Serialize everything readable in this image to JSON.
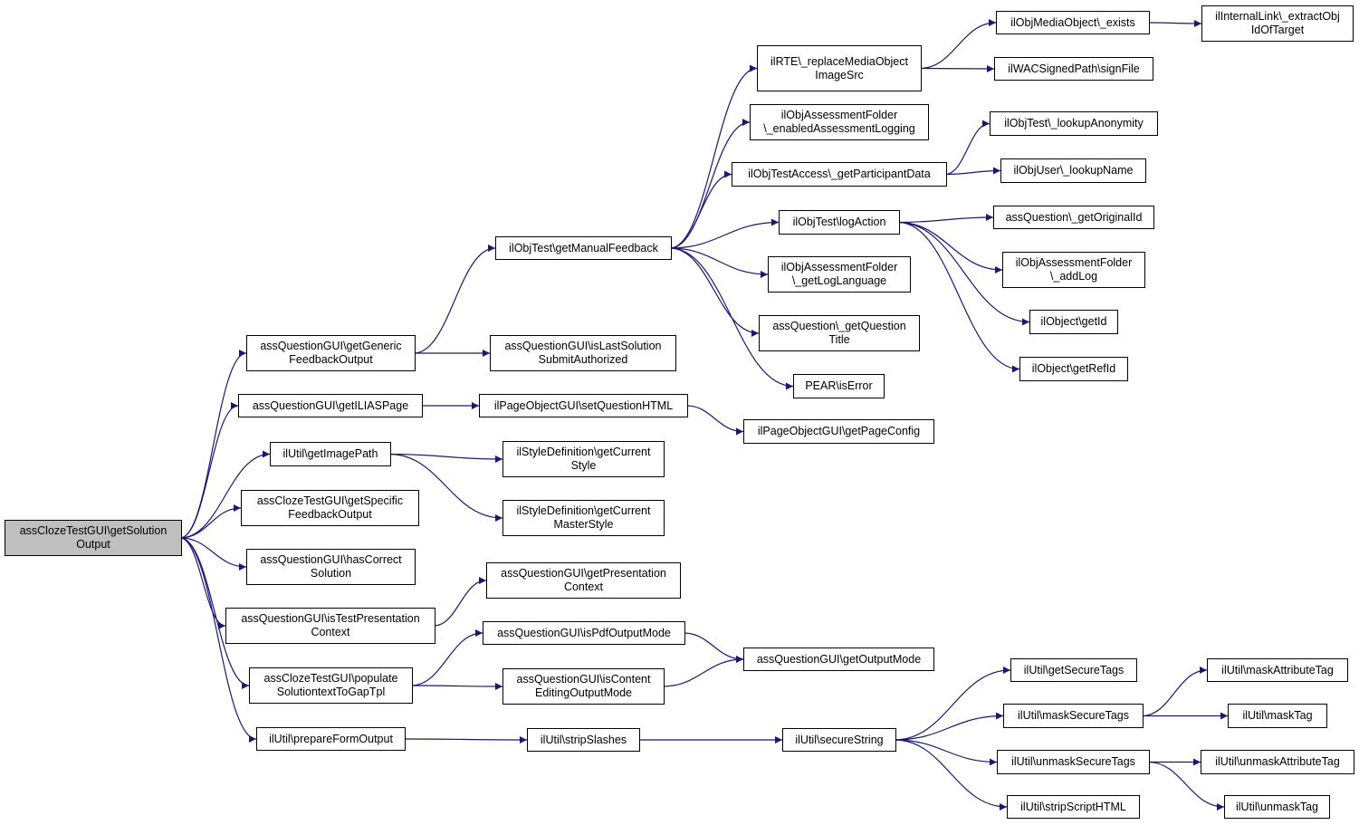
{
  "graph": {
    "edge_color": "#191970",
    "root_fill": "#bfbfbf",
    "nodes": [
      {
        "id": "root",
        "lines": [
          "assClozeTestGUI\\getSolution",
          "Output"
        ],
        "root": true
      },
      {
        "id": "getGenericFeedbackOutput",
        "lines": [
          "assQuestionGUI\\getGeneric",
          "FeedbackOutput"
        ]
      },
      {
        "id": "getILIASPage",
        "lines": [
          "assQuestionGUI\\getILIASPage"
        ]
      },
      {
        "id": "getImagePath",
        "lines": [
          "ilUtil\\getImagePath"
        ]
      },
      {
        "id": "getSpecificFeedbackOutput",
        "lines": [
          "assClozeTestGUI\\getSpecific",
          "FeedbackOutput"
        ]
      },
      {
        "id": "hasCorrectSolution",
        "lines": [
          "assQuestionGUI\\hasCorrect",
          "Solution"
        ]
      },
      {
        "id": "isTestPresentationContext",
        "lines": [
          "assQuestionGUI\\isTestPresentation",
          "Context"
        ]
      },
      {
        "id": "populateSolutiontextToGapTpl",
        "lines": [
          "assClozeTestGUI\\populate",
          "SolutiontextToGapTpl"
        ]
      },
      {
        "id": "prepareFormOutput",
        "lines": [
          "ilUtil\\prepareFormOutput"
        ]
      },
      {
        "id": "getManualFeedback",
        "lines": [
          "ilObjTest\\getManualFeedback"
        ]
      },
      {
        "id": "isLastSolutionSubmitAuthorized",
        "lines": [
          "assQuestionGUI\\isLastSolution",
          "SubmitAuthorized"
        ]
      },
      {
        "id": "setQuestionHTML",
        "lines": [
          "ilPageObjectGUI\\setQuestionHTML"
        ]
      },
      {
        "id": "getCurrentStyle",
        "lines": [
          "ilStyleDefinition\\getCurrent",
          "Style"
        ]
      },
      {
        "id": "getCurrentMasterStyle",
        "lines": [
          "ilStyleDefinition\\getCurrent",
          "MasterStyle"
        ]
      },
      {
        "id": "getPresentationContext",
        "lines": [
          "assQuestionGUI\\getPresentation",
          "Context"
        ]
      },
      {
        "id": "isPdfOutputMode",
        "lines": [
          "assQuestionGUI\\isPdfOutputMode"
        ]
      },
      {
        "id": "isContentEditingOutputMode",
        "lines": [
          "assQuestionGUI\\isContent",
          "EditingOutputMode"
        ]
      },
      {
        "id": "stripSlashes",
        "lines": [
          "ilUtil\\stripSlashes"
        ]
      },
      {
        "id": "replaceMediaObjectImageSrc",
        "lines": [
          "ilRTE\\_replaceMediaObject",
          "ImageSrc"
        ]
      },
      {
        "id": "enabledAssessmentLogging",
        "lines": [
          "ilObjAssessmentFolder",
          "\\_enabledAssessmentLogging"
        ]
      },
      {
        "id": "getParticipantData",
        "lines": [
          "ilObjTestAccess\\_getParticipantData"
        ]
      },
      {
        "id": "logAction",
        "lines": [
          "ilObjTest\\logAction"
        ]
      },
      {
        "id": "getLogLanguage",
        "lines": [
          "ilObjAssessmentFolder",
          "\\_getLogLanguage"
        ]
      },
      {
        "id": "getQuestionTitle",
        "lines": [
          "assQuestion\\_getQuestion",
          "Title"
        ]
      },
      {
        "id": "isError",
        "lines": [
          "PEAR\\isError"
        ]
      },
      {
        "id": "getPageConfig",
        "lines": [
          "ilPageObjectGUI\\getPageConfig"
        ]
      },
      {
        "id": "getOutputMode",
        "lines": [
          "assQuestionGUI\\getOutputMode"
        ]
      },
      {
        "id": "secureString",
        "lines": [
          "ilUtil\\secureString"
        ]
      },
      {
        "id": "exists",
        "lines": [
          "ilObjMediaObject\\_exists"
        ]
      },
      {
        "id": "signFile",
        "lines": [
          "ilWACSignedPath\\signFile"
        ]
      },
      {
        "id": "lookupAnonymity",
        "lines": [
          "ilObjTest\\_lookupAnonymity"
        ]
      },
      {
        "id": "lookupName",
        "lines": [
          "ilObjUser\\_lookupName"
        ]
      },
      {
        "id": "getOriginalId",
        "lines": [
          "assQuestion\\_getOriginalId"
        ]
      },
      {
        "id": "addLog",
        "lines": [
          "ilObjAssessmentFolder",
          "\\_addLog"
        ]
      },
      {
        "id": "getId",
        "lines": [
          "ilObject\\getId"
        ]
      },
      {
        "id": "getRefId",
        "lines": [
          "ilObject\\getRefId"
        ]
      },
      {
        "id": "getSecureTags",
        "lines": [
          "ilUtil\\getSecureTags"
        ]
      },
      {
        "id": "maskSecureTags",
        "lines": [
          "ilUtil\\maskSecureTags"
        ]
      },
      {
        "id": "unmaskSecureTags",
        "lines": [
          "ilUtil\\unmaskSecureTags"
        ]
      },
      {
        "id": "stripScriptHTML",
        "lines": [
          "ilUtil\\stripScriptHTML"
        ]
      },
      {
        "id": "extractObjIdOfTarget",
        "lines": [
          "ilInternalLink\\_extractObj",
          "IdOfTarget"
        ]
      },
      {
        "id": "maskAttributeTag",
        "lines": [
          "ilUtil\\maskAttributeTag"
        ]
      },
      {
        "id": "maskTag",
        "lines": [
          "ilUtil\\maskTag"
        ]
      },
      {
        "id": "unmaskAttributeTag",
        "lines": [
          "ilUtil\\unmaskAttributeTag"
        ]
      },
      {
        "id": "unmaskTag",
        "lines": [
          "ilUtil\\unmaskTag"
        ]
      }
    ],
    "edges": [
      [
        "root",
        "getGenericFeedbackOutput"
      ],
      [
        "root",
        "getILIASPage"
      ],
      [
        "root",
        "getImagePath"
      ],
      [
        "root",
        "getSpecificFeedbackOutput"
      ],
      [
        "root",
        "hasCorrectSolution"
      ],
      [
        "root",
        "isTestPresentationContext"
      ],
      [
        "root",
        "populateSolutiontextToGapTpl"
      ],
      [
        "root",
        "prepareFormOutput"
      ],
      [
        "getGenericFeedbackOutput",
        "getManualFeedback"
      ],
      [
        "getGenericFeedbackOutput",
        "isLastSolutionSubmitAuthorized"
      ],
      [
        "getILIASPage",
        "setQuestionHTML"
      ],
      [
        "setQuestionHTML",
        "getPageConfig"
      ],
      [
        "getImagePath",
        "getCurrentStyle"
      ],
      [
        "getImagePath",
        "getCurrentMasterStyle"
      ],
      [
        "isTestPresentationContext",
        "getPresentationContext"
      ],
      [
        "populateSolutiontextToGapTpl",
        "isPdfOutputMode"
      ],
      [
        "populateSolutiontextToGapTpl",
        "isContentEditingOutputMode"
      ],
      [
        "isPdfOutputMode",
        "getOutputMode"
      ],
      [
        "isContentEditingOutputMode",
        "getOutputMode"
      ],
      [
        "prepareFormOutput",
        "stripSlashes"
      ],
      [
        "stripSlashes",
        "secureString"
      ],
      [
        "getManualFeedback",
        "replaceMediaObjectImageSrc"
      ],
      [
        "getManualFeedback",
        "enabledAssessmentLogging"
      ],
      [
        "getManualFeedback",
        "getParticipantData"
      ],
      [
        "getManualFeedback",
        "logAction"
      ],
      [
        "getManualFeedback",
        "getLogLanguage"
      ],
      [
        "getManualFeedback",
        "getQuestionTitle"
      ],
      [
        "getManualFeedback",
        "isError"
      ],
      [
        "replaceMediaObjectImageSrc",
        "exists"
      ],
      [
        "replaceMediaObjectImageSrc",
        "signFile"
      ],
      [
        "exists",
        "extractObjIdOfTarget"
      ],
      [
        "getParticipantData",
        "lookupAnonymity"
      ],
      [
        "getParticipantData",
        "lookupName"
      ],
      [
        "logAction",
        "getOriginalId"
      ],
      [
        "logAction",
        "addLog"
      ],
      [
        "logAction",
        "getId"
      ],
      [
        "logAction",
        "getRefId"
      ],
      [
        "secureString",
        "getSecureTags"
      ],
      [
        "secureString",
        "maskSecureTags"
      ],
      [
        "secureString",
        "unmaskSecureTags"
      ],
      [
        "secureString",
        "stripScriptHTML"
      ],
      [
        "maskSecureTags",
        "maskAttributeTag"
      ],
      [
        "maskSecureTags",
        "maskTag"
      ],
      [
        "unmaskSecureTags",
        "unmaskAttributeTag"
      ],
      [
        "unmaskSecureTags",
        "unmaskTag"
      ]
    ]
  }
}
